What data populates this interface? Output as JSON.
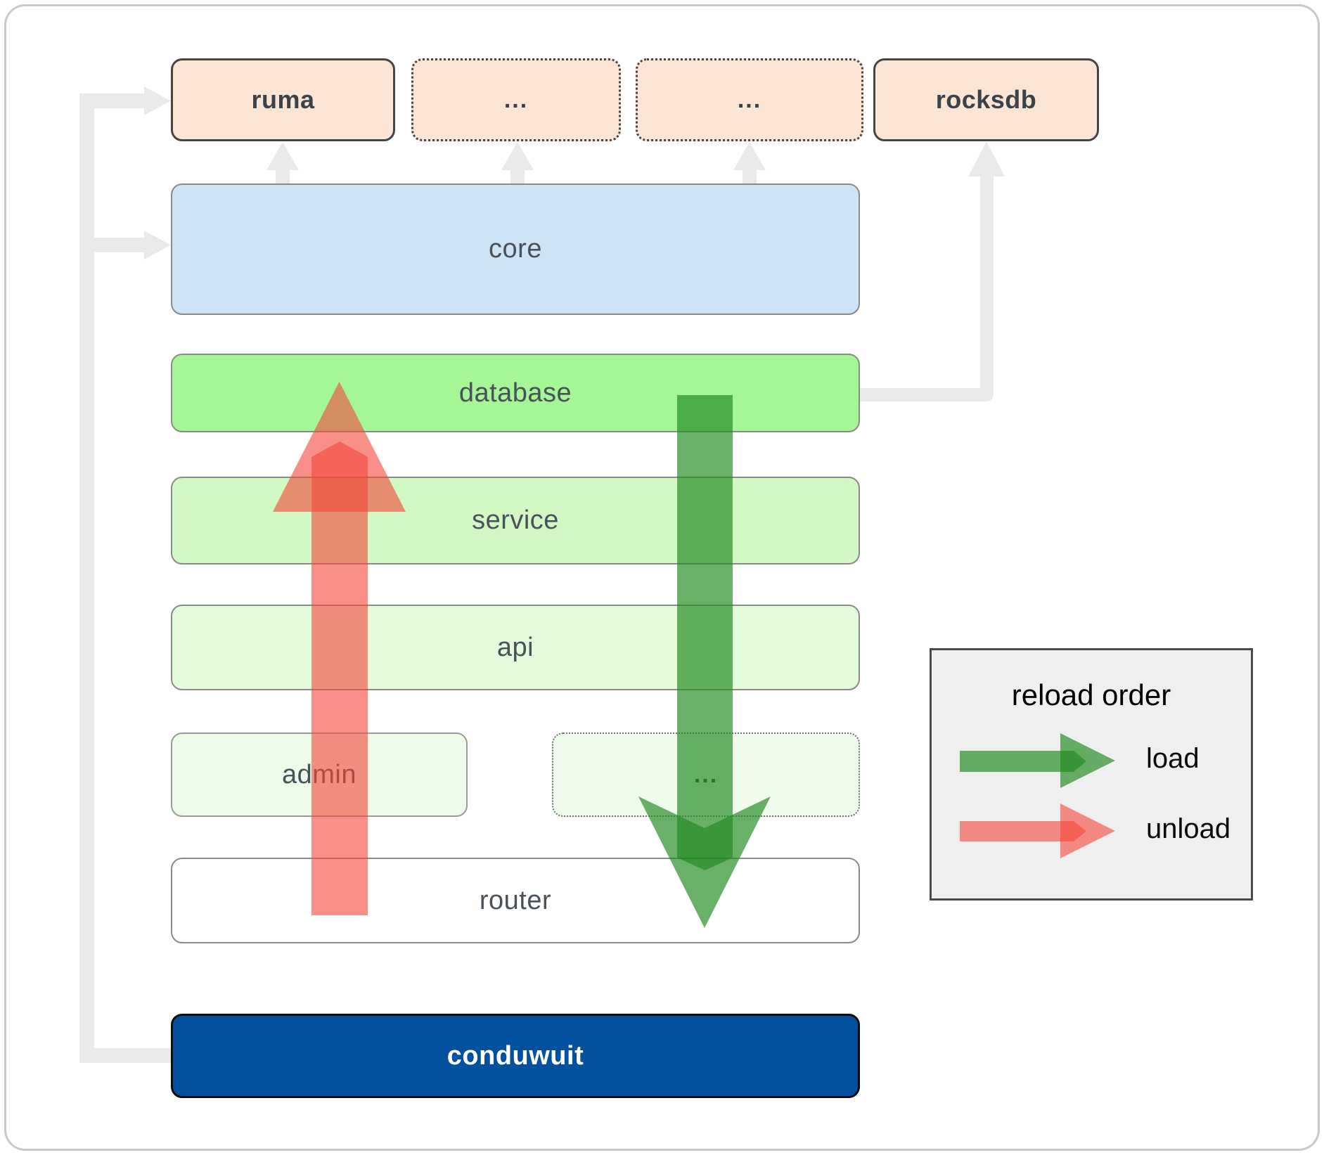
{
  "diagram": {
    "nodes": {
      "ruma": {
        "label": "ruma",
        "fill": "#fce5d4",
        "border": "solid"
      },
      "crate_more_1": {
        "label": "...",
        "fill": "#fce5d4",
        "border": "dotted"
      },
      "crate_more_2": {
        "label": "...",
        "fill": "#fce5d4",
        "border": "dotted"
      },
      "rocksdb": {
        "label": "rocksdb",
        "fill": "#fce5d4",
        "border": "solid"
      },
      "core": {
        "label": "core",
        "fill": "#cde3f6"
      },
      "database": {
        "label": "database",
        "fill": "#a4f794"
      },
      "service": {
        "label": "service",
        "fill": "#d2f8c4"
      },
      "api": {
        "label": "api",
        "fill": "#e3fbda"
      },
      "admin": {
        "label": "admin",
        "fill": "#edfbe9"
      },
      "service_more": {
        "label": "...",
        "fill": "#effcec",
        "border": "dotted"
      },
      "router": {
        "label": "router",
        "fill": "#ffffff"
      },
      "conduwuit": {
        "label": "conduwuit",
        "fill": "#02509e",
        "text_color": "#ffffff"
      }
    },
    "arrows": {
      "load": {
        "color": "#228b22",
        "direction": "down",
        "from": "database",
        "to": "router"
      },
      "unload": {
        "color": "#f3463a",
        "direction": "up",
        "from": "router",
        "to": "database"
      }
    },
    "gray_connections": [
      {
        "from": "conduwuit",
        "to": "ruma"
      },
      {
        "from": "conduwuit",
        "to": "core"
      },
      {
        "from": "core",
        "to": "ruma"
      },
      {
        "from": "core",
        "to": "crate_more_1"
      },
      {
        "from": "core",
        "to": "crate_more_2"
      },
      {
        "from": "database",
        "to": "rocksdb"
      }
    ]
  },
  "legend": {
    "title": "reload order",
    "items": [
      {
        "label": "load",
        "color": "#228b22"
      },
      {
        "label": "unload",
        "color": "#f3463a"
      }
    ]
  }
}
